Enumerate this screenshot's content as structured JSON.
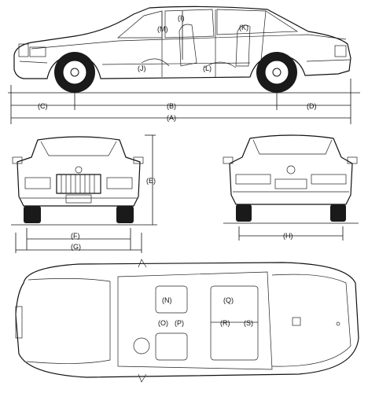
{
  "side_view": {
    "seat_labels": {
      "M": "(M)",
      "I": "(I)",
      "K": "(K)",
      "J": "(J)",
      "L": "(L)"
    },
    "dims": {
      "C": "(C)",
      "B": "(B)",
      "D": "(D)",
      "A": "(A)"
    }
  },
  "front_view": {
    "dims": {
      "E": "(E)",
      "F": "(F)",
      "G": "(G)"
    }
  },
  "rear_view": {
    "dims": {
      "H": "(H)"
    }
  },
  "top_view": {
    "seat_labels": {
      "N": "(N)",
      "O": "(O)",
      "P": "(P)",
      "Q": "(Q)",
      "R": "(R)",
      "S": "(S)"
    }
  }
}
